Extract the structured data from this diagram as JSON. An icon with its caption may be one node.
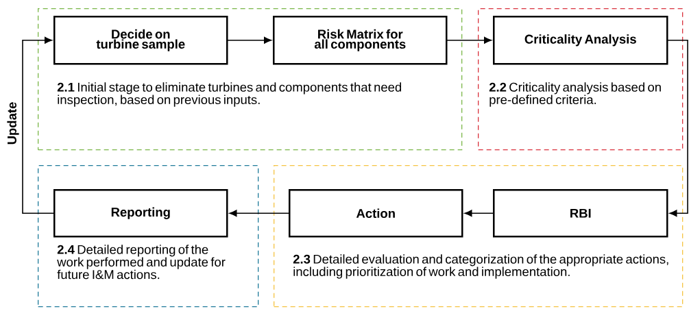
{
  "diagram": {
    "nodes": [
      {
        "text": [
          "**2.1** Initial stage to eliminate turbines and components that need inspection, based on previous inputs."
        ]
      },
      {
        "text": [
          "Decide on turbine sample"
        ],
        "in": 0
      },
      {
        "text": [
          "Risk Matrix for all components"
        ],
        "in": 0
      },
      {
        "text": [
          "**2.2** Criticality analysis based on pre-defined criteria."
        ]
      },
      {
        "text": [
          "Criticality Analysis"
        ],
        "in": 3
      },
      {
        "text": [
          "**2.4** Detailed reporting of the work performed and update for future I&M actions."
        ]
      },
      {
        "text": [
          "Reporting"
        ],
        "in": 5
      },
      {
        "text": [
          "**2.3** Detailed evaluation and categorization of the appropriate actions, including prioritization of work and implementation."
        ]
      },
      {
        "text": [
          "Action"
        ],
        "in": 7
      },
      {
        "text": [
          "RBI"
        ],
        "in": 7
      }
    ],
    "edges": [
      {
        "from": 1,
        "to": 2,
        "arrow": "to"
      },
      {
        "from": 2,
        "to": 4,
        "arrow": "to"
      },
      {
        "from": 4,
        "to": 9,
        "arrow": "to"
      },
      {
        "from": 9,
        "to": 8,
        "arrow": "to"
      },
      {
        "from": 8,
        "to": 6,
        "arrow": "to"
      },
      {
        "from": 6,
        "to": 1,
        "arrow": "to",
        "label": "Update"
      }
    ]
  }
}
